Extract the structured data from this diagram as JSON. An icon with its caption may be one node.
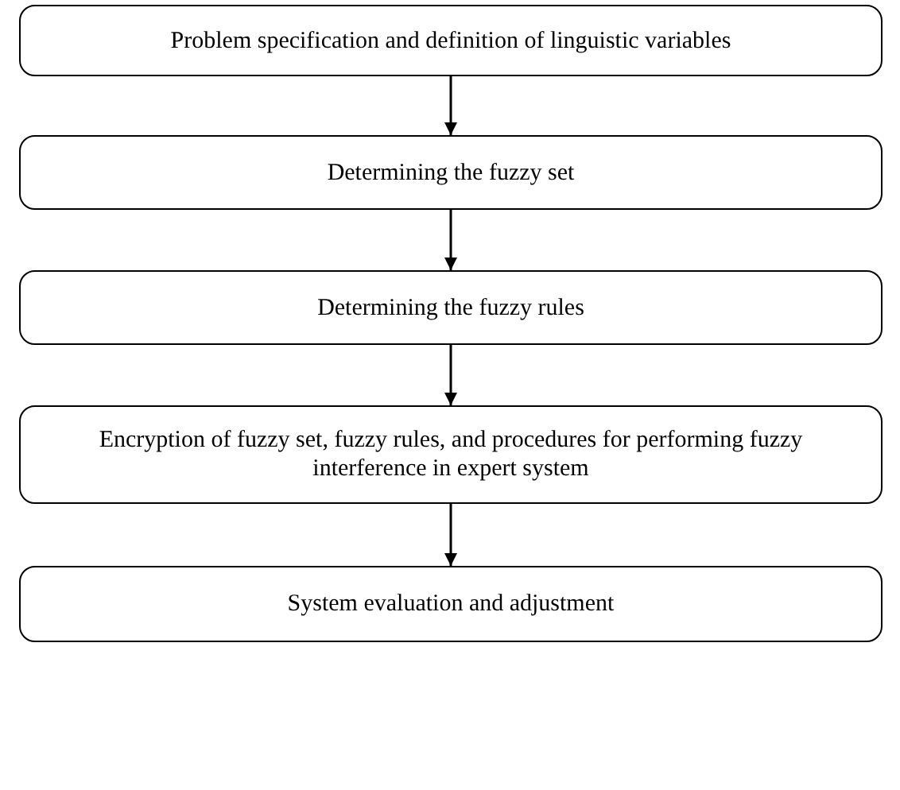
{
  "diagram": {
    "nodes": [
      {
        "text": [
          "Problem specification and definition of linguistic variables"
        ]
      },
      {
        "text": [
          "Determining the fuzzy set"
        ]
      },
      {
        "text": [
          "Determining the fuzzy rules"
        ]
      },
      {
        "text": [
          "Encryption of fuzzy set, fuzzy rules, and procedures for performing fuzzy interference in expert system"
        ]
      },
      {
        "text": [
          "System evaluation and adjustment"
        ]
      }
    ],
    "edges": [
      {
        "from": 0,
        "to": 1,
        "arrow": "to"
      },
      {
        "from": 1,
        "to": 2,
        "arrow": "to"
      },
      {
        "from": 2,
        "to": 3,
        "arrow": "to"
      },
      {
        "from": 3,
        "to": 4,
        "arrow": "to"
      }
    ]
  }
}
